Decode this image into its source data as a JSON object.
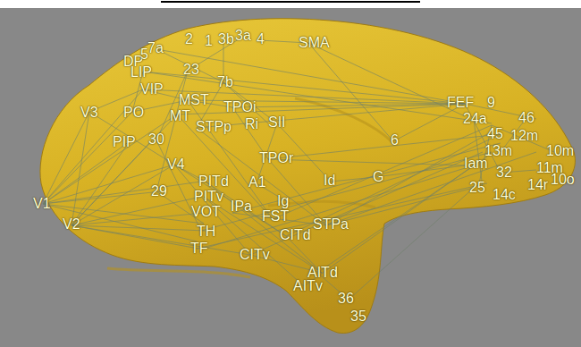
{
  "diagram": {
    "labels": [
      "2",
      "1",
      "3b",
      "3a",
      "4",
      "7a",
      "SMA",
      "DP",
      "5",
      "LIP",
      "23",
      "7b",
      "VIP",
      "MST",
      "FEF",
      "9",
      "TPOi",
      "24a",
      "46",
      "V3",
      "PO",
      "MT",
      "STPp",
      "Ri",
      "SII",
      "45",
      "12m",
      "PIP",
      "30",
      "6",
      "13m",
      "10m",
      "V4",
      "Iam",
      "11m",
      "10o",
      "TPOr",
      "32",
      "14r",
      "PITd",
      "A1",
      "Id",
      "G",
      "25",
      "14c",
      "29",
      "PITv",
      "IPa",
      "Ig",
      "V1",
      "VOT",
      "TH",
      "FST",
      "V2",
      "STPa",
      "TF",
      "CITd",
      "CITv",
      "AITd",
      "AITv",
      "36",
      "35"
    ]
  }
}
